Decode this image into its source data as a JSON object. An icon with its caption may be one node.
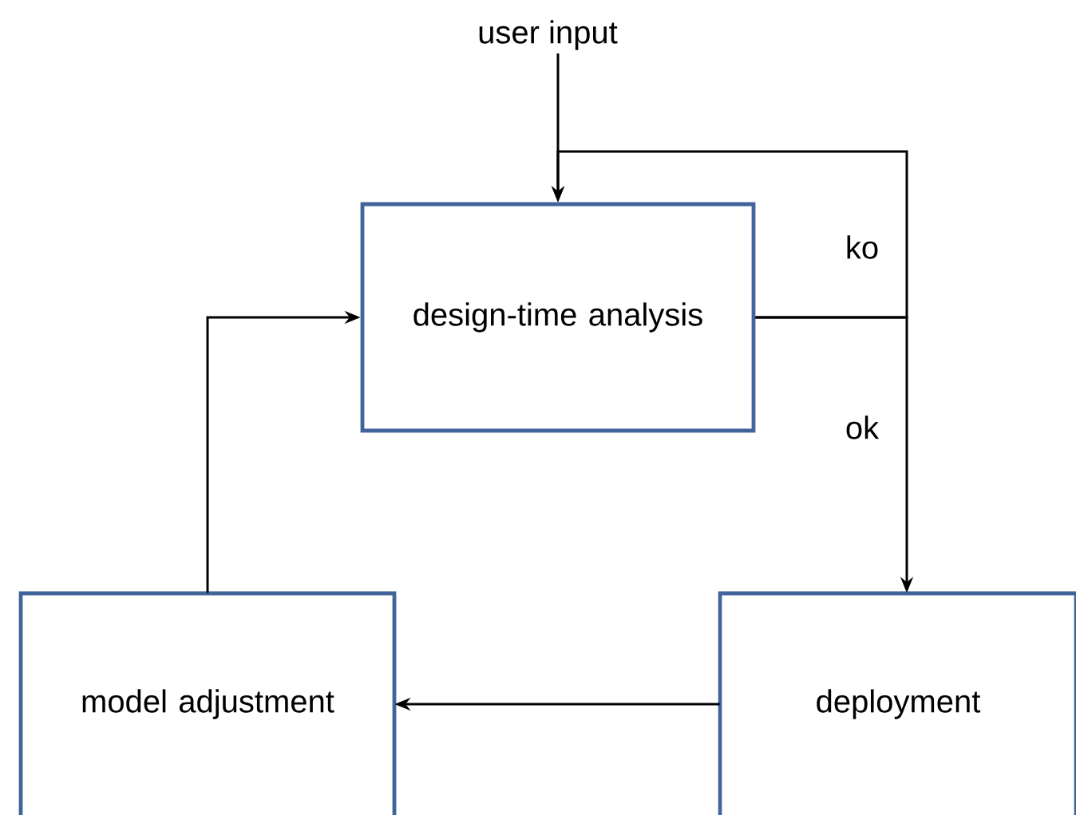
{
  "diagram": {
    "nodes": [
      {
        "text": [
          "user input"
        ]
      },
      {
        "text": [
          "design-time analysis"
        ]
      },
      {
        "text": [
          "model adjustment"
        ]
      },
      {
        "text": [
          "deployment"
        ]
      }
    ],
    "edges": [
      {
        "from": 0,
        "to": 1,
        "arrow": "to"
      },
      {
        "from": 1,
        "to": 1,
        "arrow": "to",
        "label": "ko"
      },
      {
        "from": 1,
        "to": 3,
        "arrow": "to",
        "label": "ok"
      },
      {
        "from": 3,
        "to": 2,
        "arrow": "to"
      },
      {
        "from": 2,
        "to": 1,
        "arrow": "to"
      }
    ]
  }
}
